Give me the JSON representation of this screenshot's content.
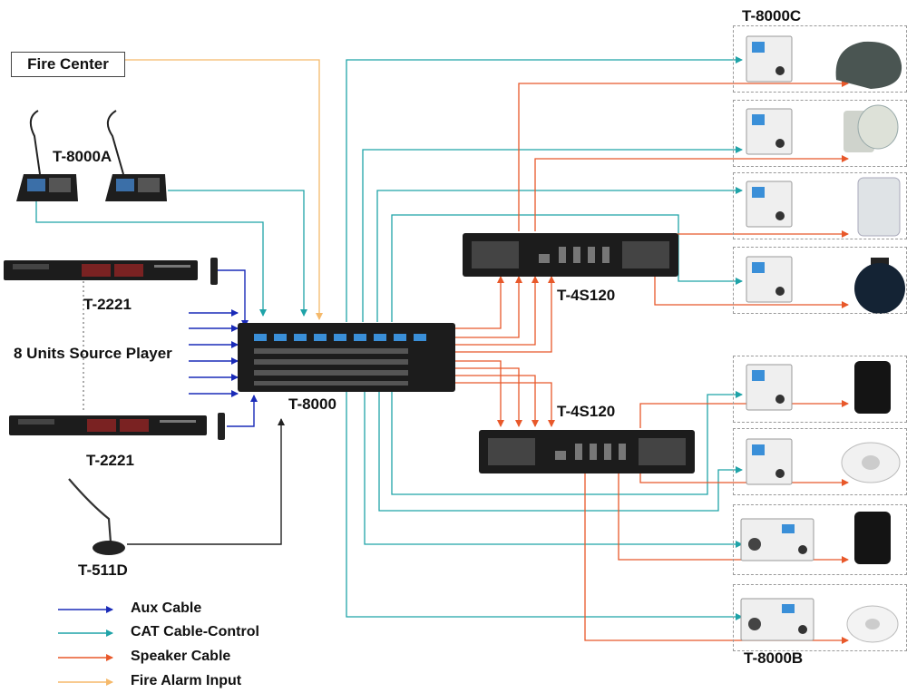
{
  "fire_center": "Fire Center",
  "devices": {
    "console": "T-8000A",
    "player_top": "T-2221",
    "player_bottom": "T-2221",
    "source_player": "8 Units Source Player",
    "mic": "T-511D",
    "matrix": "T-8000",
    "amp_top": "T-4S120",
    "amp_bottom": "T-4S120",
    "panel_c": "T-8000C",
    "panel_b": "T-8000B"
  },
  "legend": [
    {
      "label": "Aux Cable",
      "color": "#1a2bb8"
    },
    {
      "label": "CAT Cable-Control",
      "color": "#1fa3a8"
    },
    {
      "label": "Speaker Cable",
      "color": "#e8582a"
    },
    {
      "label": "Fire Alarm Input",
      "color": "#f5b96a"
    }
  ],
  "colors": {
    "aux": "#1a2bb8",
    "cat": "#1fa3a8",
    "speaker": "#e8582a",
    "fire": "#f5b96a",
    "device_dark": "#1c1c1c"
  }
}
